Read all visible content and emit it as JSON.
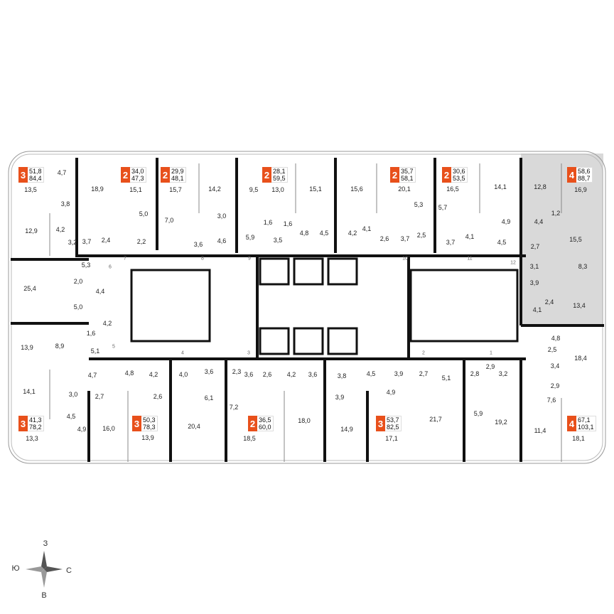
{
  "colors": {
    "badge": "#e8501b",
    "wall": "#111111",
    "highlight": "#d9d9d9",
    "line": "#888888"
  },
  "apartments": [
    {
      "rooms": "3",
      "living": "51,8",
      "total": "84,4"
    },
    {
      "rooms": "2",
      "living": "34,0",
      "total": "47,3"
    },
    {
      "rooms": "2",
      "living": "29,9",
      "total": "48,1"
    },
    {
      "rooms": "2",
      "living": "28,1",
      "total": "59,5"
    },
    {
      "rooms": "2",
      "living": "35,7",
      "total": "58,1"
    },
    {
      "rooms": "2",
      "living": "30,6",
      "total": "53,5"
    },
    {
      "rooms": "4",
      "living": "58,6",
      "total": "88,7",
      "highlighted": true
    },
    {
      "rooms": "3",
      "living": "41,3",
      "total": "78,2"
    },
    {
      "rooms": "3",
      "living": "50,3",
      "total": "78,3"
    },
    {
      "rooms": "2",
      "living": "36,5",
      "total": "60,0"
    },
    {
      "rooms": "3",
      "living": "53,7",
      "total": "82,5"
    },
    {
      "rooms": "4",
      "living": "67,1",
      "total": "103,1"
    }
  ],
  "room_areas": [
    "13,5",
    "4,7",
    "3,8",
    "12,9",
    "4,2",
    "3,2",
    "18,9",
    "15,1",
    "5,0",
    "3,7",
    "2,4",
    "2,2",
    "7,0",
    "15,7",
    "14,2",
    "3,0",
    "3,6",
    "4,6",
    "9,5",
    "5,9",
    "1,6",
    "1,6",
    "3,5",
    "4,8",
    "4,5",
    "13,0",
    "15,1",
    "15,6",
    "4,1",
    "4,2",
    "2,6",
    "3,7",
    "20,1",
    "5,3",
    "5,7",
    "2,5",
    "3,7",
    "4,1",
    "16,5",
    "14,1",
    "4,9",
    "4,5",
    "12,8",
    "1,2",
    "4,4",
    "15,5",
    "2,7",
    "16,9",
    "5,3",
    "2,0",
    "4,4",
    "5,0",
    "25,4",
    "4,2",
    "1,6",
    "5,1",
    "8,9",
    "13,9",
    "3,1",
    "8,3",
    "3,9",
    "2,4",
    "13,4",
    "4,1",
    "4,8",
    "2,5",
    "18,4",
    "3,4",
    "2,9",
    "7,6",
    "11,4",
    "18,1",
    "4,7",
    "14,1",
    "3,0",
    "2,7",
    "4,5",
    "4,9",
    "16,0",
    "13,3",
    "4,8",
    "4,2",
    "2,6",
    "13,9",
    "4,0",
    "3,6",
    "6,1",
    "7,2",
    "20,4",
    "2,3",
    "3,6",
    "2,6",
    "4,2",
    "3,6",
    "18,0",
    "18,5",
    "3,8",
    "4,5",
    "3,9",
    "2,7",
    "5,1",
    "3,9",
    "4,9",
    "14,9",
    "17,1",
    "21,7",
    "2,8",
    "2,9",
    "3,2",
    "5,9",
    "19,2"
  ],
  "entrances": [
    "7",
    "8",
    "9",
    "10",
    "11",
    "12",
    "6",
    "5",
    "4",
    "3",
    "2",
    "1"
  ],
  "compass": {
    "north": "З",
    "west": "Ю",
    "east": "С",
    "south": "В"
  }
}
